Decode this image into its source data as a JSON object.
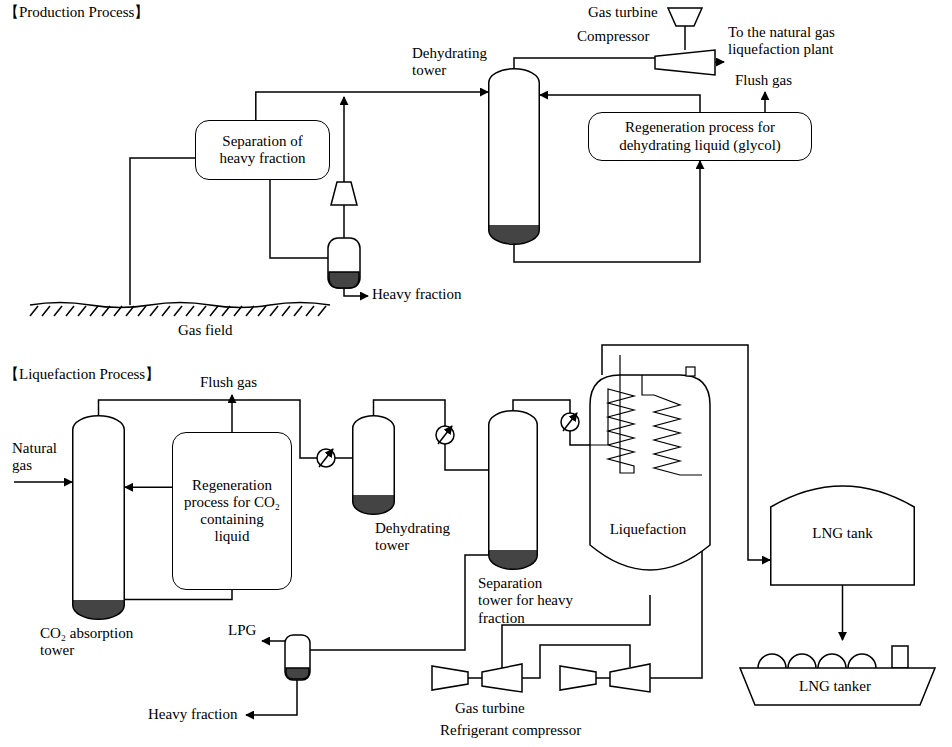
{
  "diagram": {
    "nodes": [
      {
        "text": [
          "Separation of heavy fraction"
        ]
      },
      {
        "text": [
          "Dehydrating tower"
        ]
      },
      {
        "text": [
          "Regeneration process for dehydrating liquid (glycol)"
        ]
      },
      {
        "text": [
          "Compressor"
        ]
      },
      {
        "text": [
          "CO₂ absorption tower"
        ]
      },
      {
        "text": [
          "Regeneration process for CO₂ containing liquid"
        ]
      },
      {
        "text": [
          "Dehydrating tower"
        ]
      },
      {
        "text": [
          "Separation tower for heavy fraction"
        ]
      },
      {
        "text": [
          "Liquefaction"
        ]
      },
      {
        "text": [
          "LNG tank"
        ]
      },
      {
        "text": [
          "LNG tanker"
        ]
      }
    ],
    "edges": [
      {
        "from": 0,
        "to": 1,
        "arrow": "to"
      },
      {
        "from": 1,
        "to": 2,
        "arrow": "to"
      },
      {
        "from": 2,
        "to": 1,
        "arrow": "to"
      },
      {
        "from": 1,
        "to": 3,
        "arrow": "none"
      },
      {
        "from": 4,
        "to": 5,
        "arrow": "none"
      },
      {
        "from": 5,
        "to": 4,
        "arrow": "to"
      },
      {
        "from": 4,
        "to": 6,
        "arrow": "none"
      },
      {
        "from": 6,
        "to": 7,
        "arrow": "none"
      },
      {
        "from": 7,
        "to": 8,
        "arrow": "none"
      },
      {
        "from": 8,
        "to": 9,
        "arrow": "to"
      },
      {
        "from": 9,
        "to": 10,
        "arrow": "to"
      }
    ],
    "labels": [
      "【Production Process】",
      "Gas turbine",
      "To the natural gas liquefaction plant",
      "Flush gas",
      "Heavy fraction",
      "Gas field",
      "【Liquefaction Process】",
      "Natural gas",
      "Flush gas",
      "LPG",
      "Heavy fraction",
      "Gas turbine",
      "Refrigerant compressor"
    ]
  }
}
